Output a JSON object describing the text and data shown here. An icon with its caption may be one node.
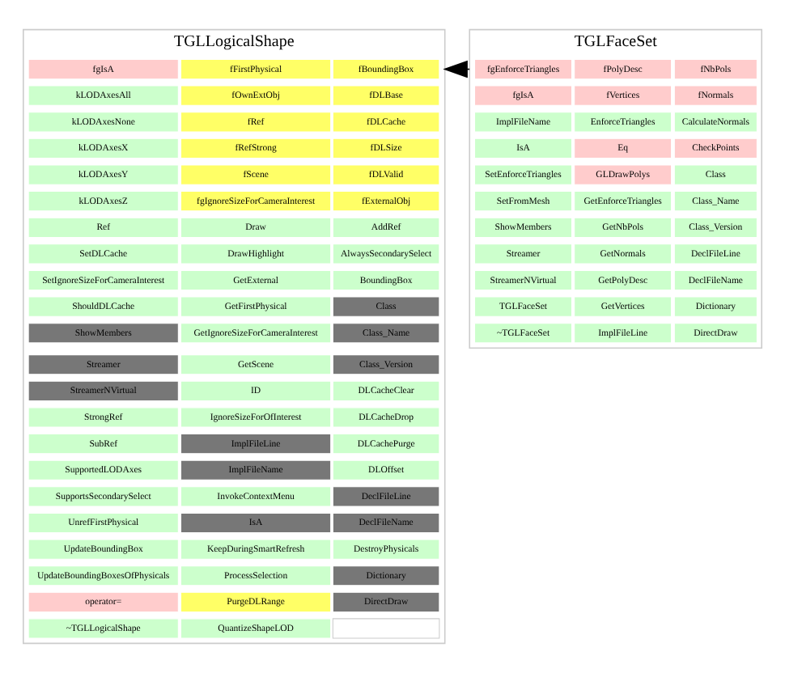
{
  "diagram": {
    "nodes": [
      {
        "text": [
          "TGLLogicalShape"
        ]
      },
      {
        "text": [
          "fgIsA"
        ],
        "in": 0
      },
      {
        "text": [
          "fFirstPhysical"
        ],
        "in": 0
      },
      {
        "text": [
          "fBoundingBox"
        ],
        "in": 0
      },
      {
        "text": [
          "kLODAxesAll"
        ],
        "in": 0
      },
      {
        "text": [
          "fOwnExtObj"
        ],
        "in": 0
      },
      {
        "text": [
          "fDLBase"
        ],
        "in": 0
      },
      {
        "text": [
          "kLODAxesNone"
        ],
        "in": 0
      },
      {
        "text": [
          "fRef"
        ],
        "in": 0
      },
      {
        "text": [
          "fDLCache"
        ],
        "in": 0
      },
      {
        "text": [
          "kLODAxesX"
        ],
        "in": 0
      },
      {
        "text": [
          "fRefStrong"
        ],
        "in": 0
      },
      {
        "text": [
          "fDLSize"
        ],
        "in": 0
      },
      {
        "text": [
          "kLODAxesY"
        ],
        "in": 0
      },
      {
        "text": [
          "fScene"
        ],
        "in": 0
      },
      {
        "text": [
          "fDLValid"
        ],
        "in": 0
      },
      {
        "text": [
          "kLODAxesZ"
        ],
        "in": 0
      },
      {
        "text": [
          "fgIgnoreSizeForCameraInterest"
        ],
        "in": 0
      },
      {
        "text": [
          "fExternalObj"
        ],
        "in": 0
      },
      {
        "text": [
          "Ref"
        ],
        "in": 0
      },
      {
        "text": [
          "Draw"
        ],
        "in": 0
      },
      {
        "text": [
          "AddRef"
        ],
        "in": 0
      },
      {
        "text": [
          "SetDLCache"
        ],
        "in": 0
      },
      {
        "text": [
          "DrawHighlight"
        ],
        "in": 0
      },
      {
        "text": [
          "AlwaysSecondarySelect"
        ],
        "in": 0
      },
      {
        "text": [
          "SetIgnoreSizeForCameraInterest"
        ],
        "in": 0
      },
      {
        "text": [
          "GetExternal"
        ],
        "in": 0
      },
      {
        "text": [
          "BoundingBox"
        ],
        "in": 0
      },
      {
        "text": [
          "ShouldDLCache"
        ],
        "in": 0
      },
      {
        "text": [
          "GetFirstPhysical"
        ],
        "in": 0
      },
      {
        "text": [
          "Class"
        ],
        "in": 0
      },
      {
        "text": [
          "ShowMembers"
        ],
        "in": 0
      },
      {
        "text": [
          "GetIgnoreSizeForCameraInterest"
        ],
        "in": 0
      },
      {
        "text": [
          "Class_Name"
        ],
        "in": 0
      },
      {
        "text": [
          "Streamer"
        ],
        "in": 0
      },
      {
        "text": [
          "GetScene"
        ],
        "in": 0
      },
      {
        "text": [
          "Class_Version"
        ],
        "in": 0
      },
      {
        "text": [
          "StreamerNVirtual"
        ],
        "in": 0
      },
      {
        "text": [
          "ID"
        ],
        "in": 0
      },
      {
        "text": [
          "DLCacheClear"
        ],
        "in": 0
      },
      {
        "text": [
          "StrongRef"
        ],
        "in": 0
      },
      {
        "text": [
          "IgnoreSizeForOfInterest"
        ],
        "in": 0
      },
      {
        "text": [
          "DLCacheDrop"
        ],
        "in": 0
      },
      {
        "text": [
          "SubRef"
        ],
        "in": 0
      },
      {
        "text": [
          "ImplFileLine"
        ],
        "in": 0
      },
      {
        "text": [
          "DLCachePurge"
        ],
        "in": 0
      },
      {
        "text": [
          "SupportedLODAxes"
        ],
        "in": 0
      },
      {
        "text": [
          "ImplFileName"
        ],
        "in": 0
      },
      {
        "text": [
          "DLOffset"
        ],
        "in": 0
      },
      {
        "text": [
          "SupportsSecondarySelect"
        ],
        "in": 0
      },
      {
        "text": [
          "InvokeContextMenu"
        ],
        "in": 0
      },
      {
        "text": [
          "DeclFileLine"
        ],
        "in": 0
      },
      {
        "text": [
          "UnrefFirstPhysical"
        ],
        "in": 0
      },
      {
        "text": [
          "IsA"
        ],
        "in": 0
      },
      {
        "text": [
          "DeclFileName"
        ],
        "in": 0
      },
      {
        "text": [
          "UpdateBoundingBox"
        ],
        "in": 0
      },
      {
        "text": [
          "KeepDuringSmartRefresh"
        ],
        "in": 0
      },
      {
        "text": [
          "DestroyPhysicals"
        ],
        "in": 0
      },
      {
        "text": [
          "UpdateBoundingBoxesOfPhysicals"
        ],
        "in": 0
      },
      {
        "text": [
          "ProcessSelection"
        ],
        "in": 0
      },
      {
        "text": [
          "Dictionary"
        ],
        "in": 0
      },
      {
        "text": [
          "operator="
        ],
        "in": 0
      },
      {
        "text": [
          "PurgeDLRange"
        ],
        "in": 0
      },
      {
        "text": [
          "DirectDraw"
        ],
        "in": 0
      },
      {
        "text": [
          "~TGLLogicalShape"
        ],
        "in": 0
      },
      {
        "text": [
          "QuantizeShapeLOD"
        ],
        "in": 0
      },
      {
        "text": [],
        "shape": "box",
        "in": 0
      },
      {
        "text": [
          "TGLFaceSet"
        ]
      },
      {
        "text": [
          "fgEnforceTriangles"
        ],
        "in": 67
      },
      {
        "text": [
          "fPolyDesc"
        ],
        "in": 67
      },
      {
        "text": [
          "fNbPols"
        ],
        "in": 67
      },
      {
        "text": [
          "fgIsA"
        ],
        "in": 67
      },
      {
        "text": [
          "fVertices"
        ],
        "in": 67
      },
      {
        "text": [
          "fNormals"
        ],
        "in": 67
      },
      {
        "text": [
          "ImplFileName"
        ],
        "in": 67
      },
      {
        "text": [
          "EnforceTriangles"
        ],
        "in": 67
      },
      {
        "text": [
          "CalculateNormals"
        ],
        "in": 67
      },
      {
        "text": [
          "IsA"
        ],
        "in": 67
      },
      {
        "text": [
          "Eq"
        ],
        "in": 67
      },
      {
        "text": [
          "CheckPoints"
        ],
        "in": 67
      },
      {
        "text": [
          "SetEnforceTriangles"
        ],
        "in": 67
      },
      {
        "text": [
          "GLDrawPolys"
        ],
        "in": 67
      },
      {
        "text": [
          "Class"
        ],
        "in": 67
      },
      {
        "text": [
          "SetFromMesh"
        ],
        "in": 67
      },
      {
        "text": [
          "GetEnforceTriangles"
        ],
        "in": 67
      },
      {
        "text": [
          "Class_Name"
        ],
        "in": 67
      },
      {
        "text": [
          "ShowMembers"
        ],
        "in": 67
      },
      {
        "text": [
          "GetNbPols"
        ],
        "in": 67
      },
      {
        "text": [
          "Class_Version"
        ],
        "in": 67
      },
      {
        "text": [
          "Streamer"
        ],
        "in": 67
      },
      {
        "text": [
          "GetNormals"
        ],
        "in": 67
      },
      {
        "text": [
          "DeclFileLine"
        ],
        "in": 67
      },
      {
        "text": [
          "StreamerNVirtual"
        ],
        "in": 67
      },
      {
        "text": [
          "GetPolyDesc"
        ],
        "in": 67
      },
      {
        "text": [
          "DeclFileName"
        ],
        "in": 67
      },
      {
        "text": [
          "TGLFaceSet"
        ],
        "in": 67
      },
      {
        "text": [
          "GetVertices"
        ],
        "in": 67
      },
      {
        "text": [
          "Dictionary"
        ],
        "in": 67
      },
      {
        "text": [
          "~TGLFaceSet"
        ],
        "in": 67
      },
      {
        "text": [
          "ImplFileLine"
        ],
        "in": 67
      },
      {
        "text": [
          "DirectDraw"
        ],
        "in": 67
      }
    ],
    "edges": [
      {
        "from": 67,
        "to": 0,
        "arrow": "to"
      }
    ]
  }
}
